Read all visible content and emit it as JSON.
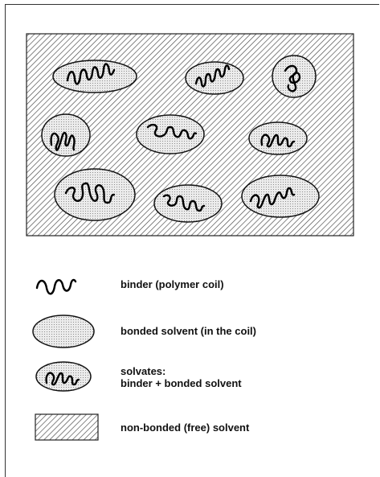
{
  "legend": [
    {
      "label": "binder (polymer coil)"
    },
    {
      "label": "bonded solvent (in the coil)"
    },
    {
      "label_line1": "solvates:",
      "label_line2": "binder + bonded solvent"
    },
    {
      "label": "non-bonded (free) solvent"
    }
  ]
}
